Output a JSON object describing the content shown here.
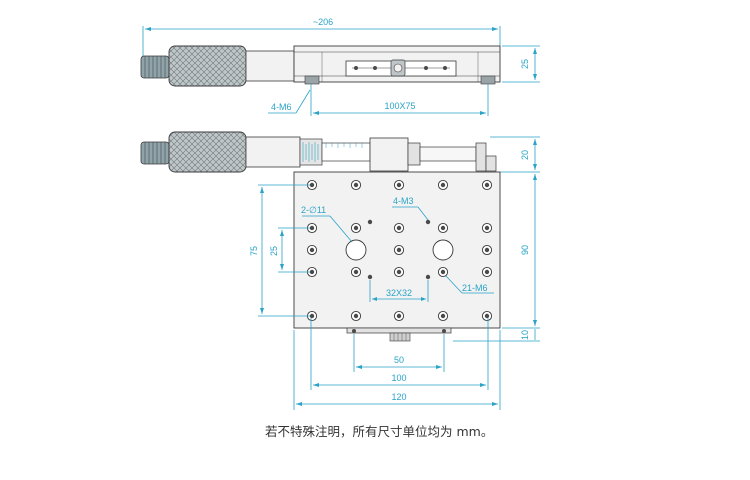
{
  "colors": {
    "dimension": "#2aa3c7",
    "outline": "#3a3a3a",
    "body_fill": "#f2f2f2",
    "knob_fill": "#8fa3ab",
    "knurl_fill": "#bfc6c8",
    "hole": "#4a4a4a"
  },
  "side_view": {
    "overall_length": "~206",
    "height": "25",
    "mount_holes": "4-M6",
    "table_size": "100X75"
  },
  "top_view": {
    "knob_height": "20",
    "height_total": "90",
    "offset_bottom": "10",
    "pitch_y_outer": "75",
    "pitch_y_inner": "25",
    "counterbore": "2-∅11",
    "small_holes": "4-M3",
    "center_pitch": "32X32",
    "thread_holes": "21-M6",
    "width_50": "50",
    "width_100": "100",
    "width_120": "120"
  },
  "note": "若不特殊注明，所有尺寸单位均为 mm。"
}
